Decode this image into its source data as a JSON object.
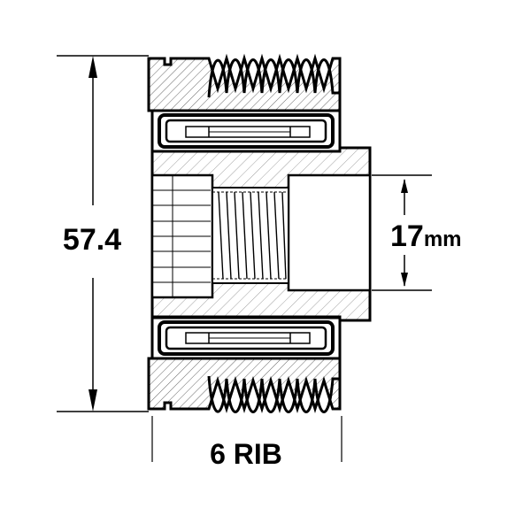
{
  "dimensions": {
    "outer_diameter": "57.4",
    "bore_value": "17",
    "bore_unit": "mm",
    "rib_label": "6 RIB"
  },
  "colors": {
    "line": "#000000",
    "hatch": "#555555",
    "background": "#ffffff"
  }
}
